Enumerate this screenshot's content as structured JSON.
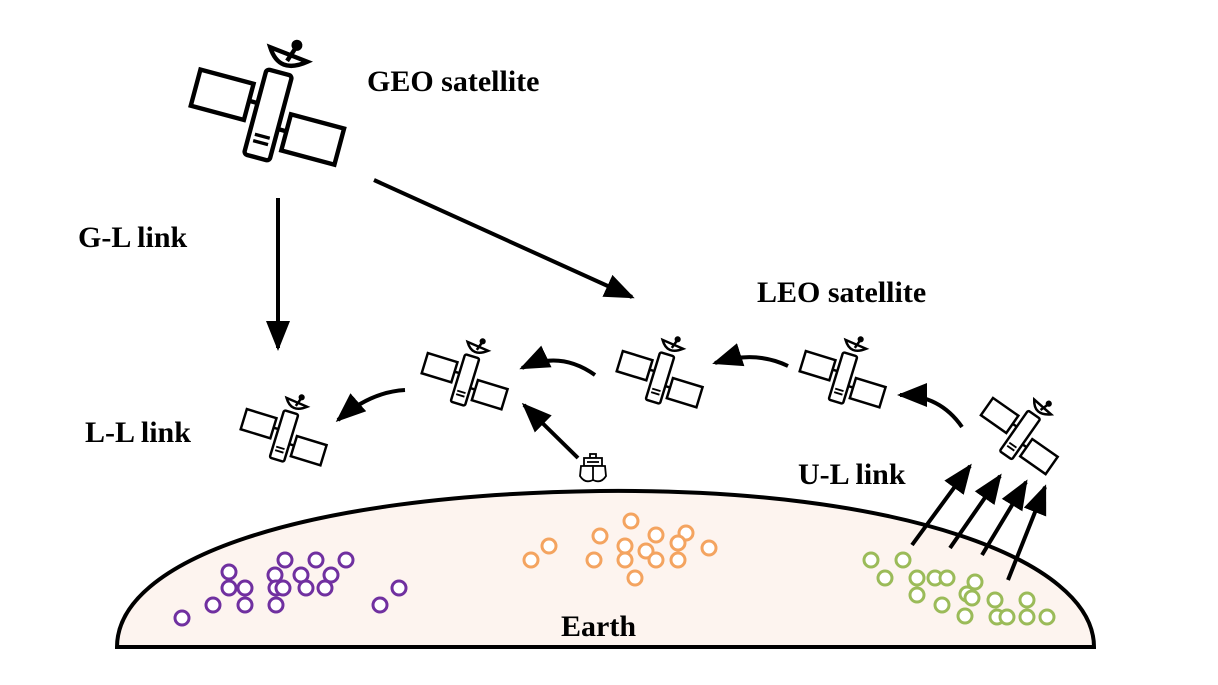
{
  "labels": {
    "geo": "GEO satellite",
    "leo": "LEO satellite",
    "gl_link": "G-L link",
    "ll_link": "L-L link",
    "ul_link": "U-L link",
    "earth": "Earth"
  },
  "colors": {
    "earth_fill": "#fdf4ef",
    "line": "#000000",
    "cluster_purple": "#7030a0",
    "cluster_orange": "#f4a460",
    "cluster_green": "#9bbb59"
  },
  "satellites": [
    {
      "id": "geo",
      "kind": "GEO"
    },
    {
      "id": "leo-1",
      "kind": "LEO"
    },
    {
      "id": "leo-2",
      "kind": "LEO"
    },
    {
      "id": "leo-3",
      "kind": "LEO"
    },
    {
      "id": "leo-4",
      "kind": "LEO"
    },
    {
      "id": "leo-5",
      "kind": "LEO"
    }
  ],
  "ground": {
    "ship": "ship-icon",
    "user_clusters": [
      {
        "name": "purple-users",
        "color": "#7030a0",
        "count": 19
      },
      {
        "name": "orange-users",
        "color": "#f4a460",
        "count": 15
      },
      {
        "name": "green-users",
        "color": "#9bbb59",
        "count": 18
      }
    ]
  }
}
